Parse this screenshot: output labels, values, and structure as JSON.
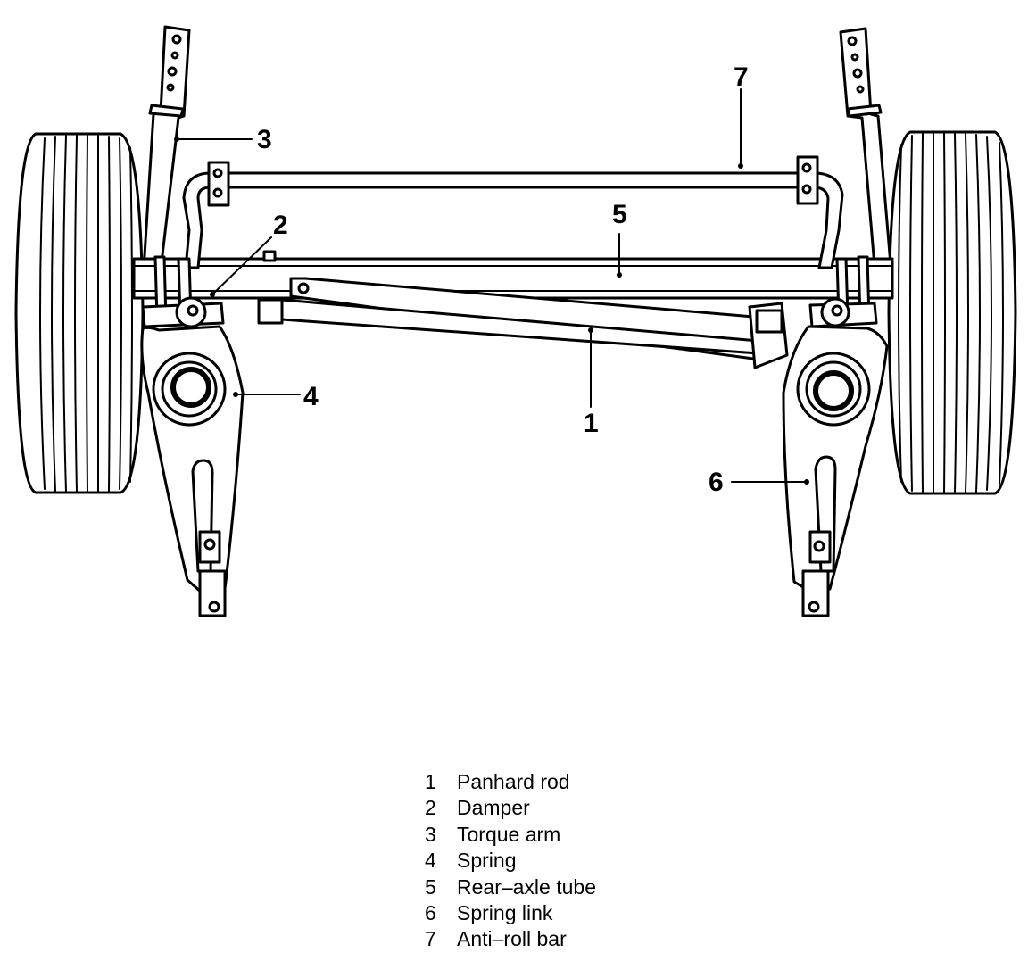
{
  "callouts": {
    "c1": "1",
    "c2": "2",
    "c3": "3",
    "c4": "4",
    "c5": "5",
    "c6": "6",
    "c7": "7"
  },
  "legend": [
    {
      "num": "1",
      "label": "Panhard rod"
    },
    {
      "num": "2",
      "label": "Damper"
    },
    {
      "num": "3",
      "label": "Torque arm"
    },
    {
      "num": "4",
      "label": "Spring"
    },
    {
      "num": "5",
      "label": "Rear–axle tube"
    },
    {
      "num": "6",
      "label": "Spring link"
    },
    {
      "num": "7",
      "label": "Anti–roll bar"
    }
  ],
  "colors": {
    "ink": "#000000",
    "paper": "#ffffff"
  }
}
